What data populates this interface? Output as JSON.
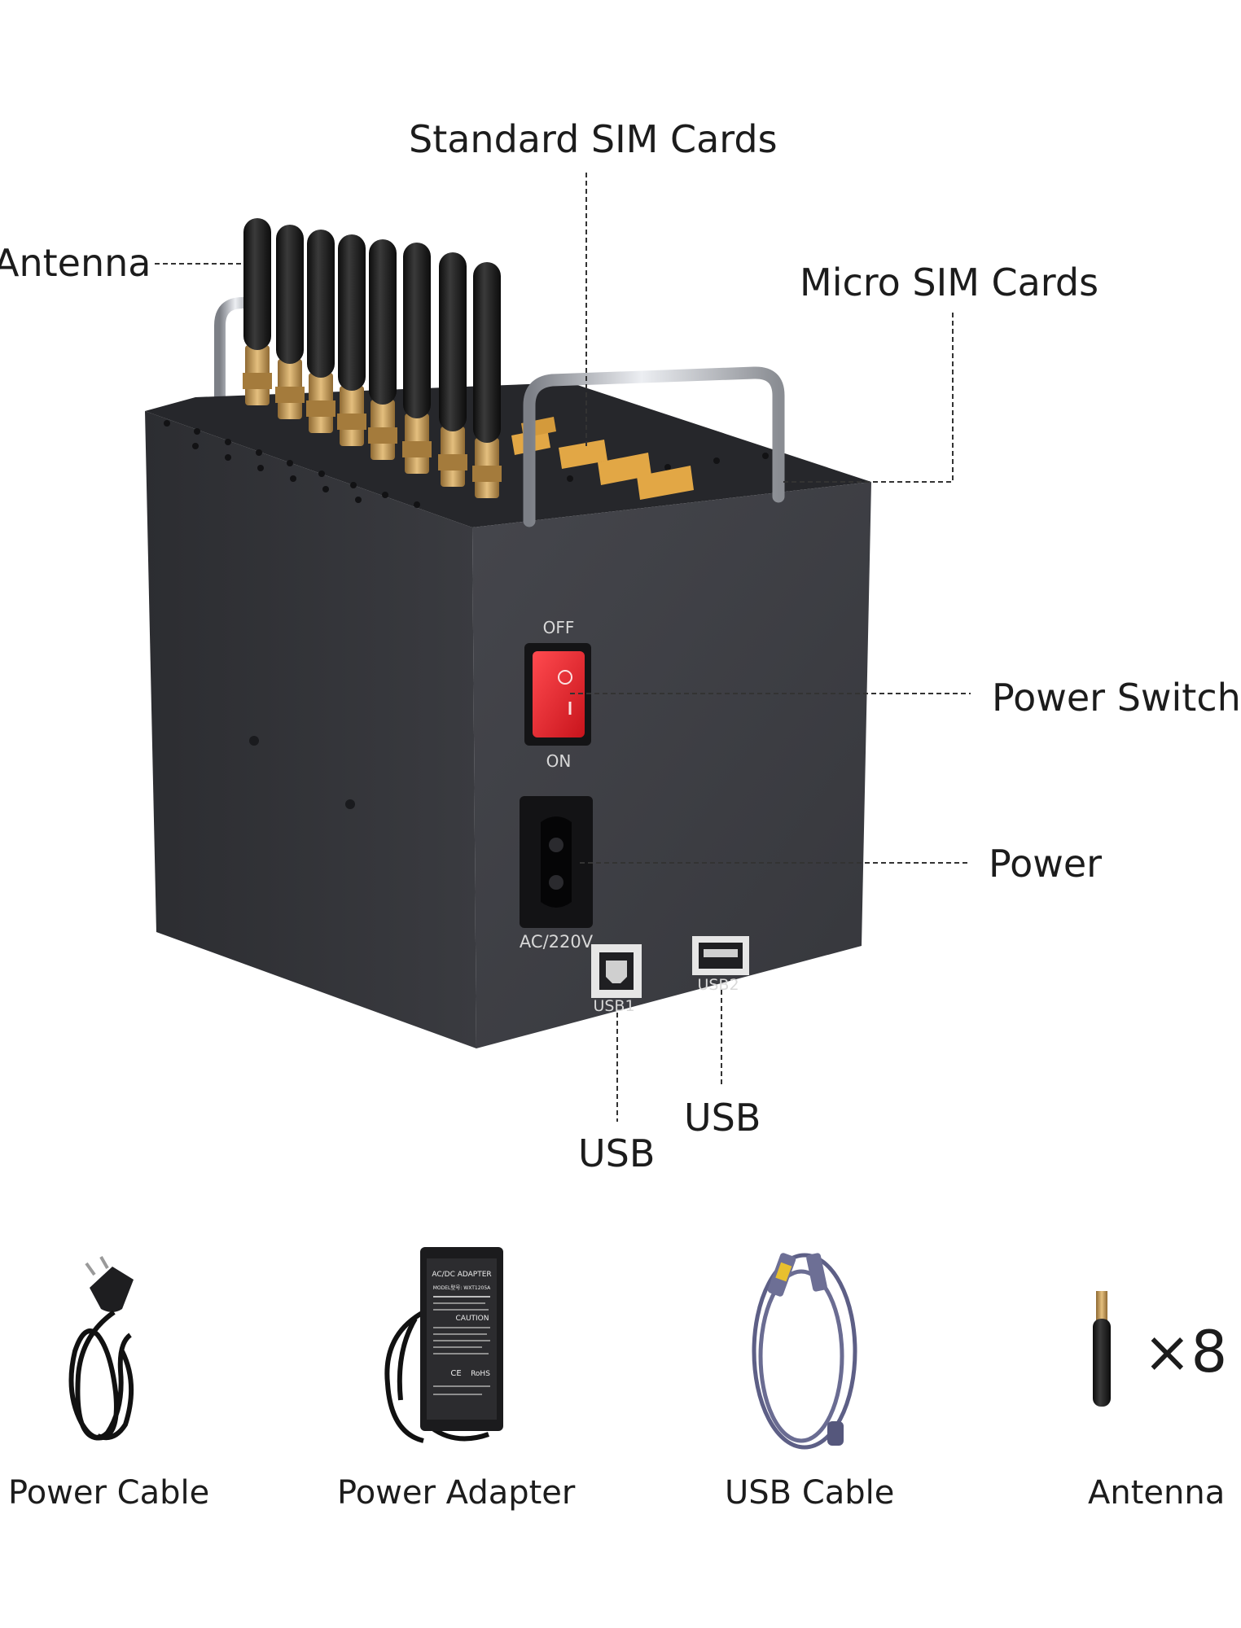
{
  "callouts": {
    "standard_sim": "Standard SIM Cards",
    "antenna": "Antenna",
    "micro_sim": "Micro SIM Cards",
    "power_switch": "Power Switch",
    "power": "Power",
    "usb_left": "USB",
    "usb_right": "USB"
  },
  "device_markings": {
    "off": "OFF",
    "on": "ON",
    "voltage": "AC/220V",
    "usb1": "USB1",
    "usb2": "USB2"
  },
  "adapter_label": {
    "heading": "AC/DC ADAPTER",
    "model": "MODEL型号: WXT1205A",
    "caution": "CAUTION",
    "ce": "CE",
    "rohs": "RoHS"
  },
  "accessories": [
    {
      "label": "Power Cable"
    },
    {
      "label": "Power Adapter"
    },
    {
      "label": "USB Cable"
    },
    {
      "label": "Antenna"
    }
  ],
  "antenna_quantity": "×8",
  "colors": {
    "device_front": "#3d3e44",
    "device_side": "#323338",
    "device_top": "#27282c",
    "switch_red": "#e8232b",
    "sim_gold": "#e2a745",
    "antenna_black": "#151515",
    "connector_brass": "#c79a55"
  }
}
